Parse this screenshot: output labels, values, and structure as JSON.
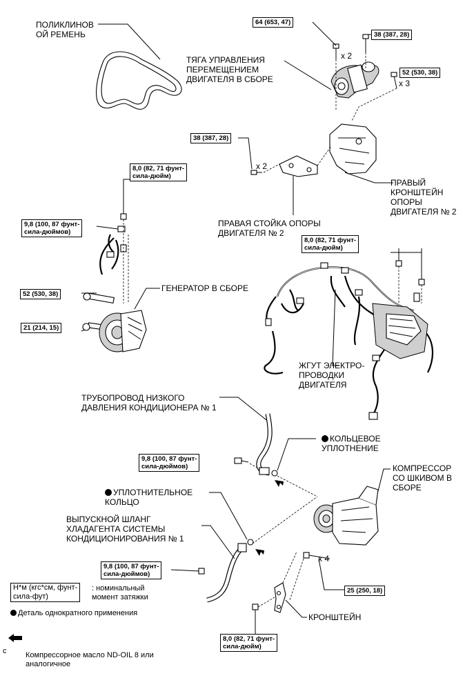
{
  "labels": {
    "belt": "ПОЛИКЛИНОВ\nОЙ РЕМЕНЬ",
    "control_rod": "ТЯГА УПРАВЛЕНИЯ\nПЕРЕМЕЩЕНИЕМ\nДВИГАТЕЛЯ В СБОРЕ",
    "right_bracket": "ПРАВЫЙ\nКРОНШТЕЙН\nОПОРЫ\nДВИГАТЕЛЯ № 2",
    "right_stay": "ПРАВАЯ СТОЙКА ОПОРЫ\nДВИГАТЕЛЯ № 2",
    "generator": "ГЕНЕРАТОР В СБОРЕ",
    "wire_harness": "ЖГУТ ЭЛЕКТРО-\nПРОВОДКИ\nДВИГАТЕЛЯ",
    "low_pressure_pipe": "ТРУБОПРОВОД НИЗКОГО\nДАВЛЕНИЯ КОНДИЦИОНЕРА № 1",
    "o_ring": "КОЛЬЦЕВОЕ\nУПЛОТНЕНИЕ",
    "seal_ring": "УПЛОТНИТЕЛЬНОЕ\nКОЛЬЦО",
    "discharge_hose": "ВЫПУСКНОЙ ШЛАНГ\nХЛАДАГЕНТА СИСТЕМЫ\nКОНДИЦИОНИРОВАНИЯ № 1",
    "compressor": "КОМПРЕССОР\nСО ШКИВОМ В\nСБОРЕ",
    "bracket": "КРОНШТЕЙН"
  },
  "torques": {
    "t1": "64 (653, 47)",
    "t2": "38 (387, 28)",
    "t3": "52 (530, 38)",
    "t4": "38 (387, 28)",
    "t5": "8,0 (82, 71 фунт-\nсила-дюйм)",
    "t6": "9,8 (100, 87 фунт-\nсила-дюймов)",
    "t7": "8,0 (82, 71 фунт-\nсила-дюйм)",
    "t8": "52 (530, 38)",
    "t9": "21 (214, 15)",
    "t10": "9,8 (100, 87 фунт-\nсила-дюймов)",
    "t11": "9,8 (100, 87 фунт-\nсила-дюймов)",
    "t12": "25 (250, 18)",
    "t13": "8,0 (82, 71 фунт-\nсила-дюйм)"
  },
  "counts": {
    "c1": "x 2",
    "c2": "x 3",
    "c3": "x 2",
    "c4": "x 4"
  },
  "legend": {
    "unit_box": "Н*м (кгс*см, фунт-\nсила-фут)",
    "unit_desc": ": номинальный\nмомент затяжки",
    "single_use": "Деталь однократного применения",
    "oil": "Компрессорное масло ND-OIL 8 или\nаналогичное"
  },
  "corner_mark": "c"
}
